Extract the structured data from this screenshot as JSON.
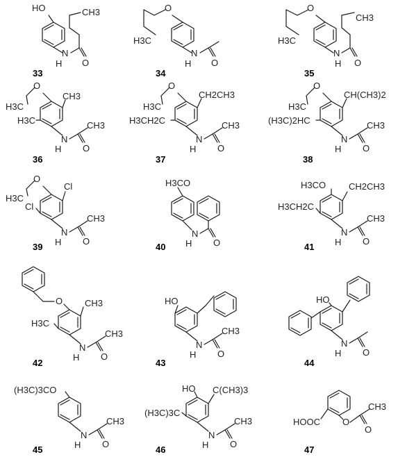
{
  "compounds": [
    {
      "number": "33",
      "labels": [
        "HO",
        "CH3",
        "N",
        "H",
        "O"
      ]
    },
    {
      "number": "34",
      "labels": [
        "O",
        "H3C",
        "N",
        "H",
        "O"
      ]
    },
    {
      "number": "35",
      "labels": [
        "O",
        "CH3",
        "H3C",
        "N",
        "H",
        "O"
      ]
    },
    {
      "number": "36",
      "labels": [
        "O",
        "CH3",
        "H3C",
        "H3C",
        "N",
        "H",
        "CH3",
        "O"
      ]
    },
    {
      "number": "37",
      "labels": [
        "O",
        "CH2CH3",
        "H3C",
        "H3CH2C",
        "N",
        "H",
        "CH3",
        "O"
      ]
    },
    {
      "number": "38",
      "labels": [
        "O",
        "CH(CH3)2",
        "H3C",
        "(H3C)2HC",
        "N",
        "H",
        "CH3",
        "O"
      ]
    },
    {
      "number": "39",
      "labels": [
        "O",
        "Cl",
        "H3C",
        "Cl",
        "N",
        "H",
        "CH3",
        "O"
      ]
    },
    {
      "number": "40",
      "labels": [
        "H3CO",
        "N",
        "H",
        "O"
      ]
    },
    {
      "number": "41",
      "labels": [
        "H3CO",
        "CH2CH3",
        "H3CH2C",
        "N",
        "H",
        "CH3",
        "O"
      ]
    },
    {
      "number": "42",
      "labels": [
        "O",
        "CH3",
        "H3C",
        "N",
        "H",
        "CH3",
        "O"
      ]
    },
    {
      "number": "43",
      "labels": [
        "HO",
        "N",
        "H",
        "CH3",
        "O"
      ]
    },
    {
      "number": "44",
      "labels": [
        "HO",
        "N",
        "H",
        "O"
      ]
    },
    {
      "number": "45",
      "labels": [
        "(H3C)3CO",
        "N",
        "H",
        "CH3",
        "O"
      ]
    },
    {
      "number": "46",
      "labels": [
        "HO",
        "C(CH3)3",
        "(H3C)3C",
        "N",
        "H",
        "CH3",
        "O"
      ]
    },
    {
      "number": "47",
      "labels": [
        "HOOC",
        "O",
        "CH3",
        "O"
      ]
    }
  ]
}
